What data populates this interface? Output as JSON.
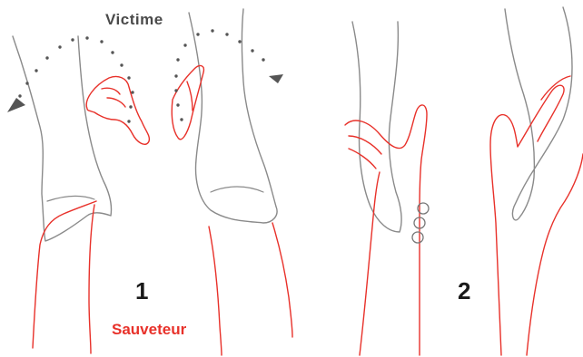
{
  "labels": {
    "victim": "Victime",
    "rescuer": "Sauveteur",
    "step_1": "1",
    "step_2": "2"
  },
  "colors": {
    "victim_outline": "#8a8a8a",
    "rescuer_outline": "#e8312a",
    "motion_dots": "#555555",
    "background": "#ffffff"
  },
  "icons": {
    "motion_arrow": "curved-dotted-arrow",
    "pressure_marks": "three-circles"
  }
}
